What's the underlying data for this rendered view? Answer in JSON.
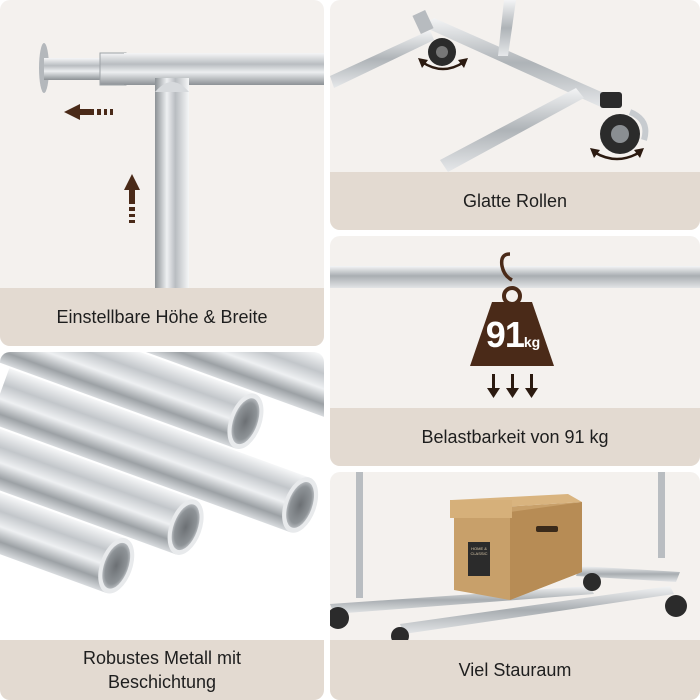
{
  "panels": {
    "adjustable": {
      "caption": "Einstellbare Höhe & Breite",
      "icons": [
        "arrow-left-icon",
        "arrow-up-icon"
      ]
    },
    "wheels": {
      "caption": "Glatte Rollen",
      "icons": [
        "rotate-arrow-icon"
      ]
    },
    "load": {
      "caption": "Belastbarkeit von 91 kg",
      "weight_number": "91",
      "weight_unit": "kg",
      "icons": [
        "weight-icon",
        "arrow-down-icon"
      ]
    },
    "metal": {
      "caption_line1": "Robustes Metall mit",
      "caption_line2": "Beschichtung"
    },
    "storage": {
      "caption": "Viel Stauraum",
      "box_label": "HOME & CLASSIC"
    }
  },
  "colors": {
    "caption_bg": "#e3dad1",
    "panel_bg": "#f4f1ee",
    "accent_brown": "#4a2a18",
    "chrome": "#c9cdd1",
    "cardboard": "#c8a06a"
  }
}
